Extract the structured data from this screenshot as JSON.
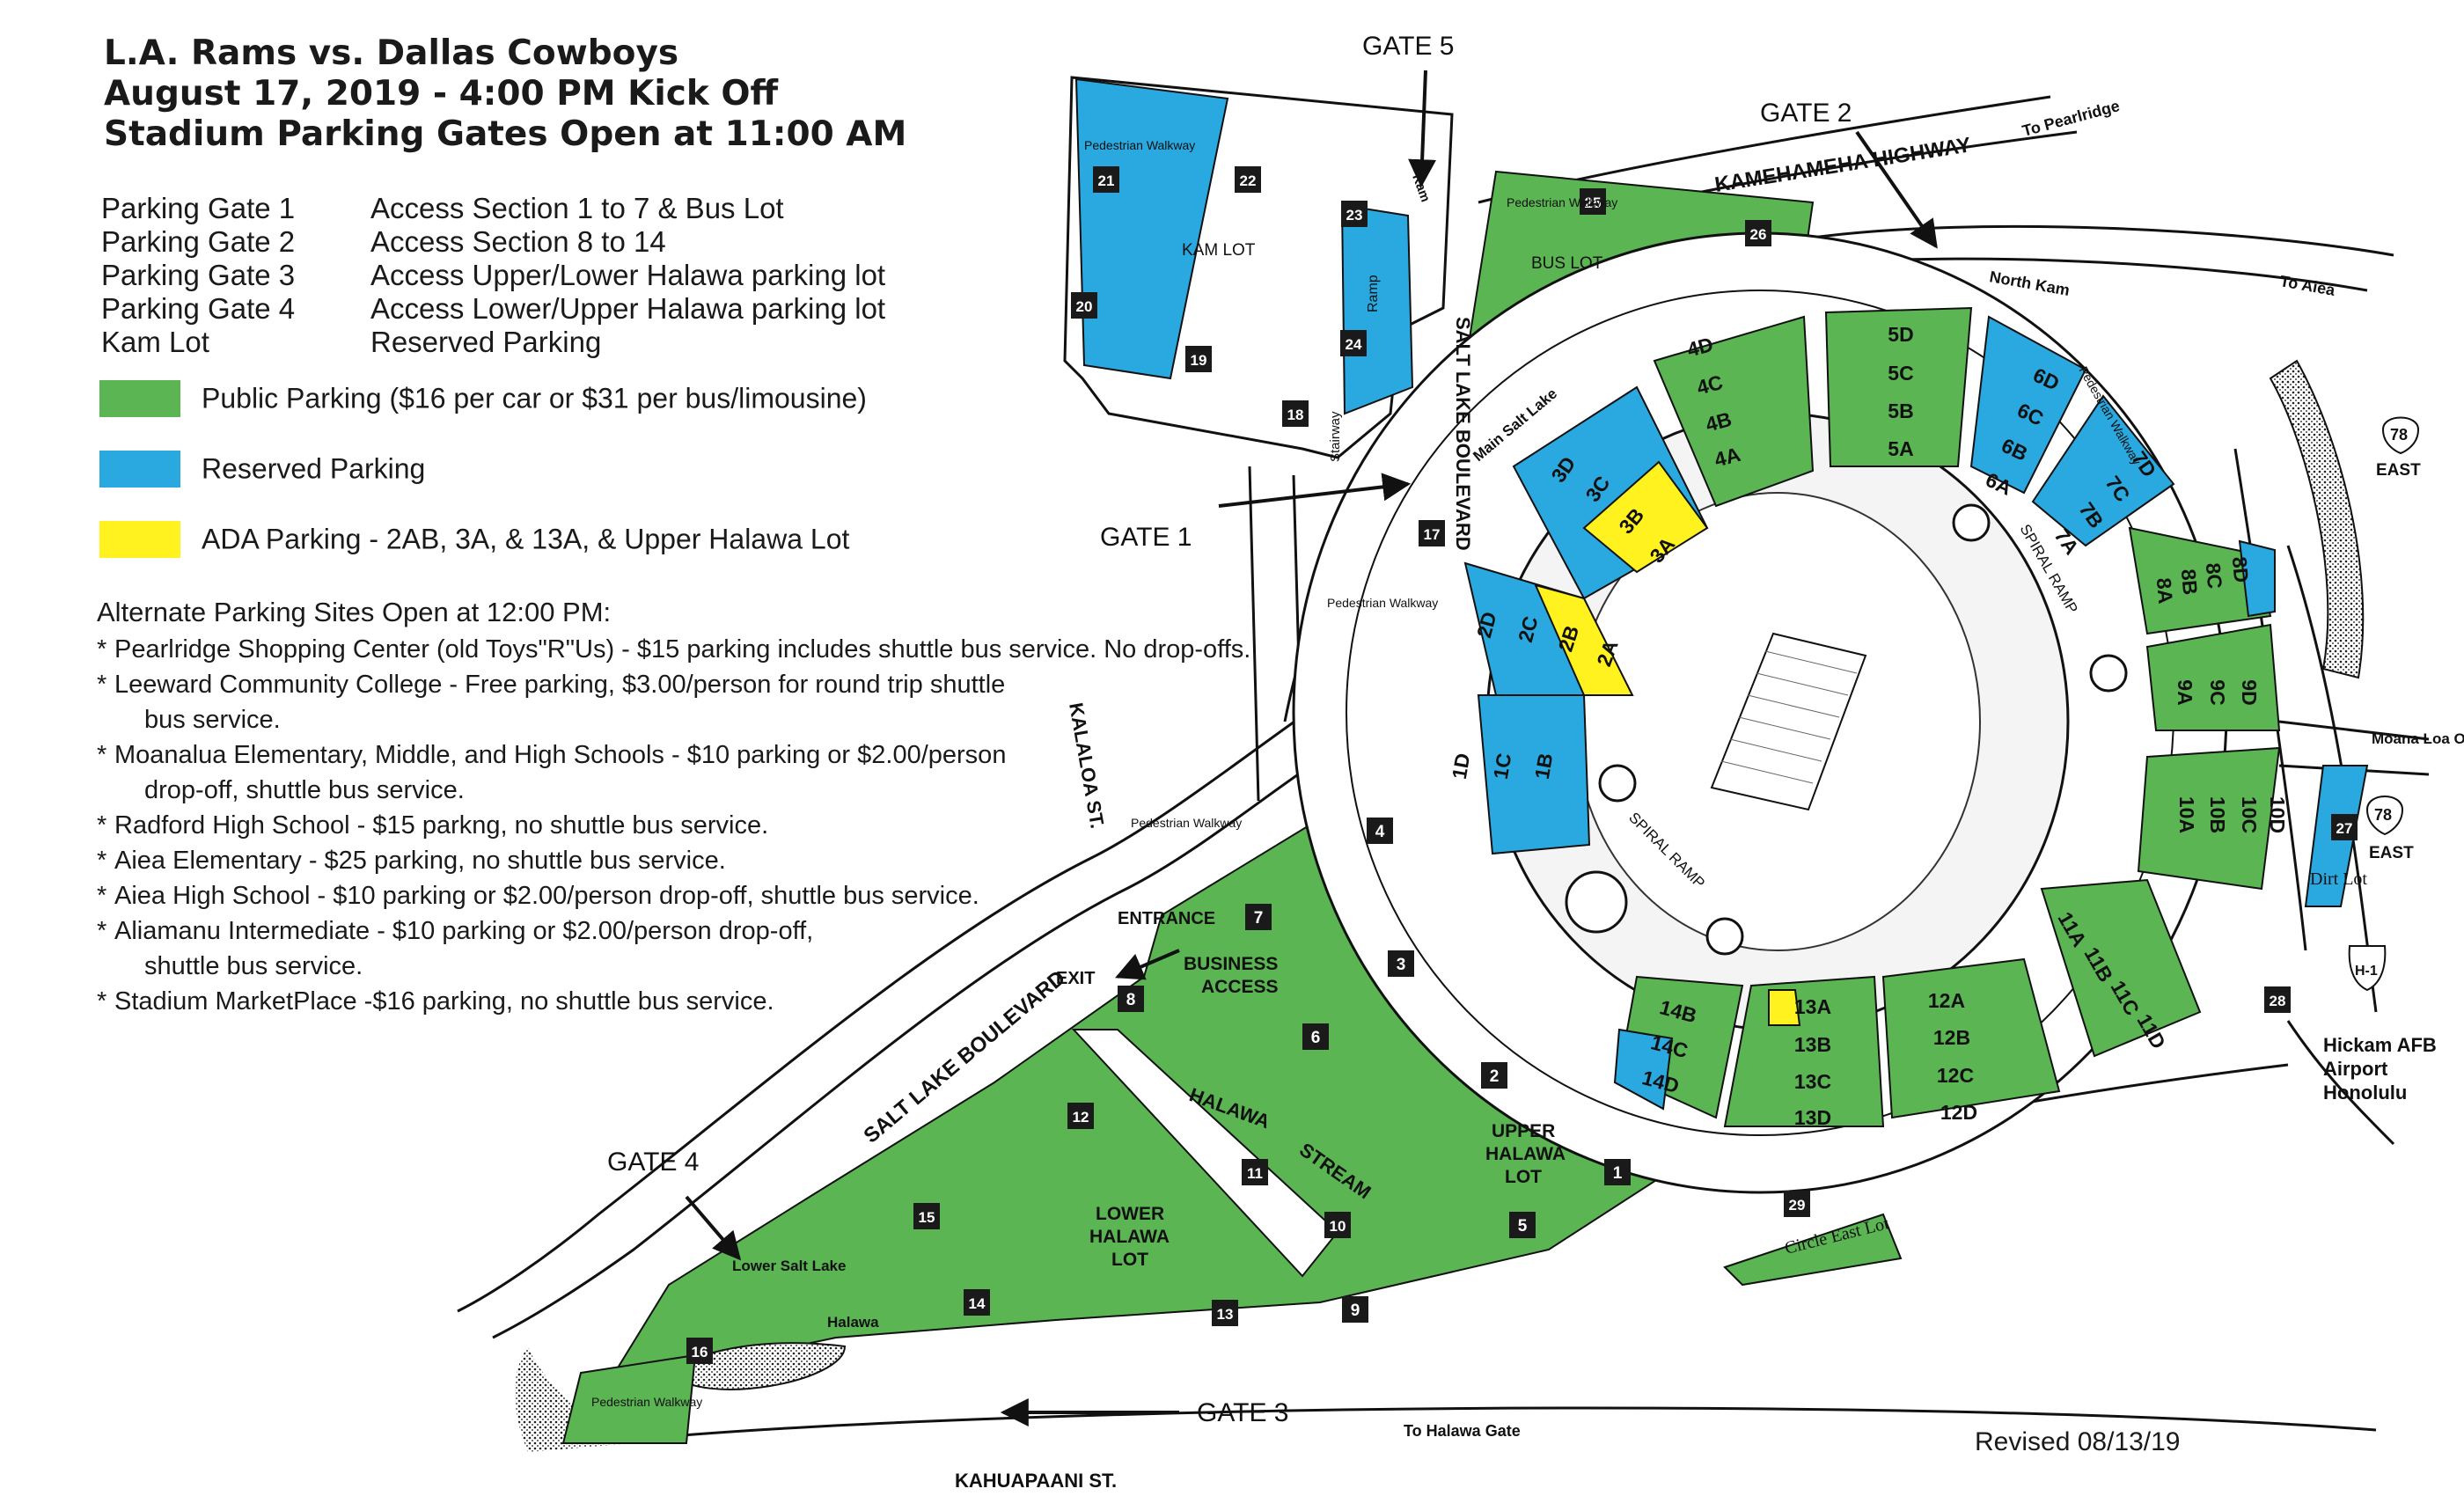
{
  "header": {
    "line1": "L.A. Rams vs. Dallas Cowboys",
    "line2": "August 17, 2019 - 4:00 PM Kick Off",
    "line3": "Stadium Parking Gates Open at 11:00 AM"
  },
  "gates": [
    {
      "name": "Parking Gate 1",
      "access": "Access Section 1 to 7 & Bus Lot"
    },
    {
      "name": "Parking Gate 2",
      "access": "Access Section 8 to 14"
    },
    {
      "name": "Parking Gate 3",
      "access": "Access Upper/Lower Halawa parking lot"
    },
    {
      "name": "Parking Gate 4",
      "access": "Access Lower/Upper Halawa parking lot"
    },
    {
      "name": "Kam Lot",
      "access": "Reserved Parking"
    }
  ],
  "legend": [
    {
      "label": "Public Parking ($16 per car or $31 per bus/limousine)",
      "color": "#5ab552"
    },
    {
      "label": "Reserved Parking",
      "color": "#2aa8e0"
    },
    {
      "label": "ADA Parking - 2AB, 3A, & 13A, & Upper Halawa Lot",
      "color": "#fff21f"
    }
  ],
  "alternate": {
    "title": "Alternate Parking Sites Open at 12:00 PM:",
    "sites": [
      {
        "line1": "Pearlridge Shopping Center (old Toys\"R\"Us) - $15 parking includes shuttle bus service.  No drop-offs.",
        "line2": ""
      },
      {
        "line1": "Leeward Community College - Free parking, $3.00/person for round trip shuttle",
        "line2": "bus service."
      },
      {
        "line1": "Moanalua Elementary, Middle, and High Schools - $10 parking or $2.00/person",
        "line2": "drop-off, shuttle bus service."
      },
      {
        "line1": "Radford High School - $15 parkng, no shuttle bus service.",
        "line2": ""
      },
      {
        "line1": "Aiea Elementary - $25 parking, no shuttle bus service.",
        "line2": ""
      },
      {
        "line1": "Aiea High School - $10 parking or $2.00/person drop-off, shuttle bus service.",
        "line2": ""
      },
      {
        "line1": "Aliamanu Intermediate - $10 parking or $2.00/person drop-off,",
        "line2": "shuttle bus service."
      },
      {
        "line1": "Stadium MarketPlace -$16 parking, no shuttle bus service.",
        "line2": ""
      }
    ]
  },
  "map": {
    "gate_labels": {
      "gate1": "GATE 1",
      "gate2": "GATE 2",
      "gate3": "GATE 3",
      "gate4": "GATE 4",
      "gate5": "GATE 5"
    },
    "roads": {
      "kamehameha": "KAMEHAMEHA HIGHWAY",
      "salt_lake_blvd": "SALT LAKE BOULEVARD",
      "salt_lake_blvd_v": "SALT LAKE BOULEVARD",
      "kalaloa": "KALALOA ST.",
      "kahuapaani": "KAHUAPAANI ST.",
      "north_kam": "North Kam",
      "to_pearlridge": "To Pearlridge",
      "to_aiea": "To Aiea",
      "to_halawa_gate": "To Halawa Gate",
      "main_salt_lake": "Main Salt Lake",
      "lower_salt_lake": "Lower Salt Lake",
      "halawa": "Halawa",
      "kam": "Kam",
      "halawa_stream_1": "HALAWA",
      "halawa_stream_2": "STREAM",
      "moana_loa": "Moana Loa Overpass",
      "circle_east": "Circle East Lot",
      "hickam1": "Hickam AFB",
      "hickam2": "Airport",
      "hickam3": "Honolulu"
    },
    "lots": {
      "kam_lot": "KAM LOT",
      "bus_lot": "BUS LOT",
      "business1": "BUSINESS",
      "business2": "ACCESS",
      "upper1": "UPPER",
      "upper2": "HALAWA",
      "upper3": "LOT",
      "lower1": "LOWER",
      "lower2": "HALAWA",
      "lower3": "LOT",
      "dirt_lot": "Dirt Lot",
      "entrance": "ENTRANCE",
      "exit": "EXIT",
      "ramp": "Ramp",
      "stairway": "Stairway",
      "spiral_ramp": "SPIRAL RAMP",
      "ped_walkway": "Pedestrian Walkway"
    },
    "lot_numbers": [
      "1",
      "2",
      "3",
      "4",
      "5",
      "6",
      "7",
      "8",
      "9",
      "10",
      "11",
      "12",
      "13",
      "14",
      "15",
      "16",
      "17",
      "18",
      "19",
      "20",
      "21",
      "22",
      "23",
      "24",
      "25",
      "26",
      "27",
      "28",
      "29"
    ],
    "highway": {
      "route": "78",
      "dir": "EAST",
      "interstate": "H-1"
    },
    "sections": [
      "1D",
      "1C",
      "1B",
      "2D",
      "2C",
      "2B",
      "2A",
      "3D",
      "3C",
      "3B",
      "3A",
      "4D",
      "4C",
      "4B",
      "4A",
      "5D",
      "5C",
      "5B",
      "5A",
      "6D",
      "6C",
      "6B",
      "6A",
      "7D",
      "7C",
      "7B",
      "7A",
      "8D",
      "8C",
      "8B",
      "8A",
      "9D",
      "9C",
      "9A",
      "10A",
      "10B",
      "10C",
      "10D",
      "11A",
      "11B",
      "11C",
      "11D",
      "12A",
      "12B",
      "12C",
      "12D",
      "13A",
      "13B",
      "13C",
      "13D",
      "14B",
      "14C",
      "14D"
    ]
  },
  "revised": "Revised 08/13/19"
}
